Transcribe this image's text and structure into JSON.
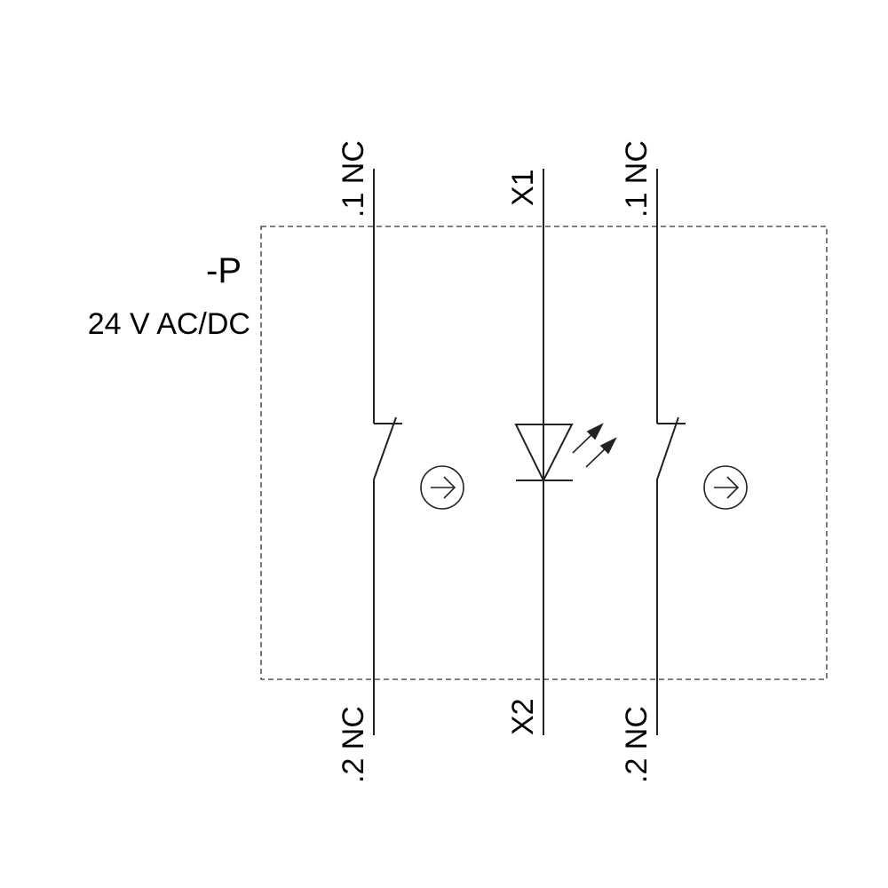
{
  "device": {
    "tag": "-P",
    "rating": "24 V AC/DC"
  },
  "terminals": {
    "left_top": ".1 NC",
    "left_bottom": ".2 NC",
    "center_top": "X1",
    "center_bottom": "X2",
    "right_top": ".1 NC",
    "right_bottom": ".2 NC"
  },
  "symbols": {
    "left_contact": "nc-contact-icon",
    "left_actuator": "arrow-circle-icon",
    "lamp": "led-icon",
    "right_contact": "nc-contact-icon",
    "right_actuator": "arrow-circle-icon"
  },
  "colors": {
    "line": "#222222",
    "text": "#000000"
  }
}
